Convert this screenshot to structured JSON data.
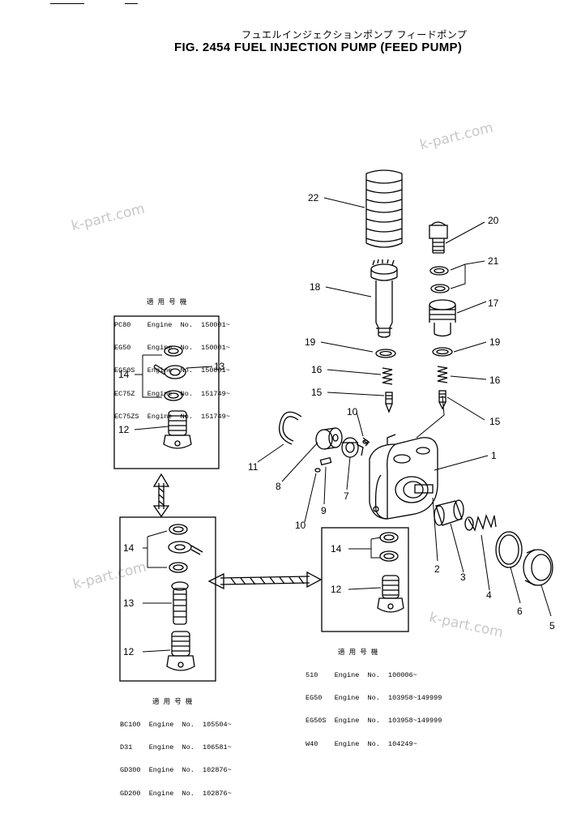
{
  "header": {
    "title_jp": "フュエルインジェクションポンプ フィードポンプ",
    "title_en": "FIG. 2454  FUEL INJECTION PUMP (FEED PUMP)"
  },
  "watermark": "k-part.com",
  "applicability_blocks": [
    {
      "header": "適 用 号 機",
      "rows": [
        "PC80    Engine  No.  150001~",
        "EG50    Engine  No.  150001~",
        "EG50S   Engine  No.  150001~",
        "EC75Z   Engine  No.  151749~",
        "EC75ZS  Engine  No.  151749~"
      ]
    },
    {
      "header": "適 用 号 機",
      "rows": [
        "BC100  Engine  No.  105504~",
        "D31    Engine  No.  106581~",
        "GD300  Engine  No.  102876~",
        "GD200  Engine  No.  102876~"
      ]
    },
    {
      "header": "適 用 号 機",
      "rows": [
        "510    Engine  No.  100006~",
        "EG50   Engine  No.  103958~149999",
        "EG50S  Engine  No.  103958~149999",
        "W40    Engine  No.  104249~"
      ]
    }
  ],
  "callouts": {
    "main": [
      "1",
      "2",
      "3",
      "4",
      "5",
      "6",
      "7",
      "8",
      "9",
      "10",
      "10",
      "11",
      "15",
      "15",
      "16",
      "16",
      "17",
      "18",
      "19",
      "19",
      "20",
      "21",
      "22"
    ],
    "box_a": [
      "14",
      "13",
      "12"
    ],
    "box_b": [
      "14",
      "13",
      "12"
    ],
    "box_c": [
      "14",
      "12"
    ]
  },
  "colors": {
    "ink": "#000000",
    "watermark": "#c8c8c8",
    "background": "#ffffff"
  }
}
